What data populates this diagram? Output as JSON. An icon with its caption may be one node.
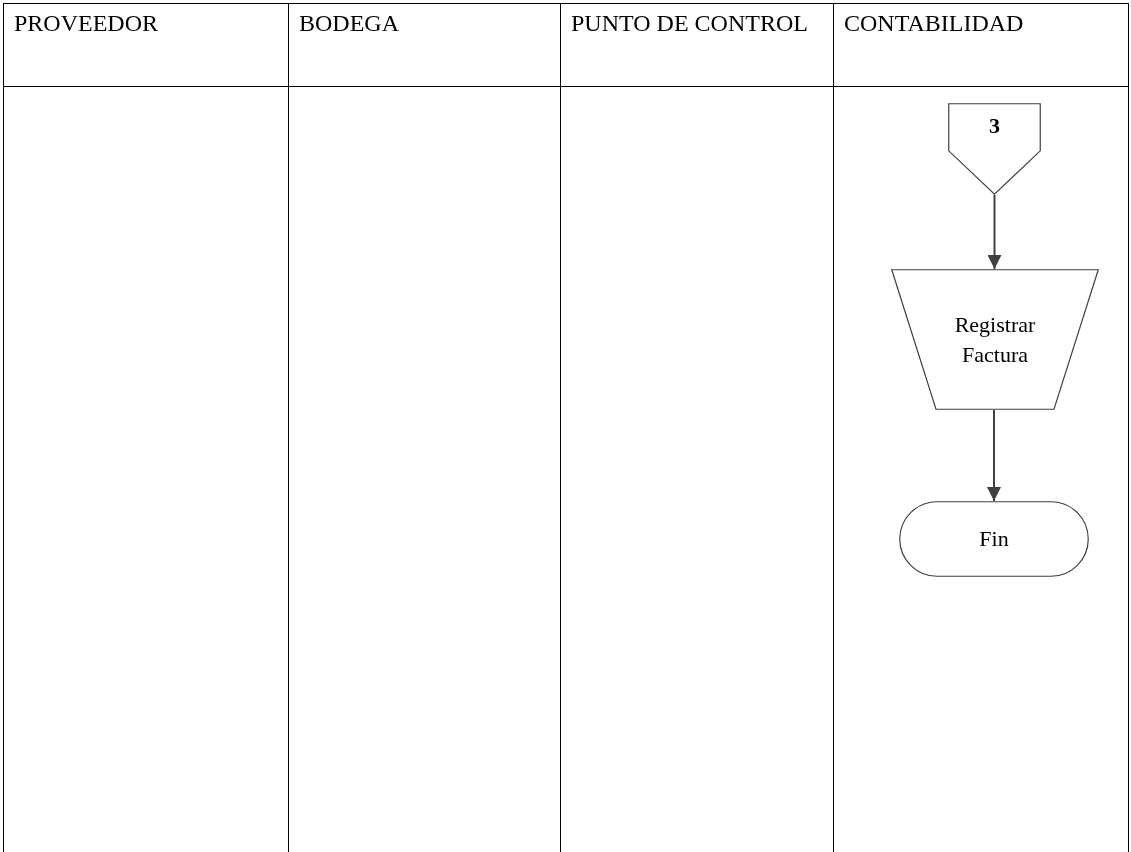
{
  "diagram": {
    "nodes": [
      {
        "text": [
          "PROVEEDOR"
        ]
      },
      {
        "text": [
          "BODEGA"
        ]
      },
      {
        "text": [
          "PUNTO DE CONTROL"
        ]
      },
      {
        "text": [
          "CONTABILIDAD"
        ]
      },
      {
        "text": [
          "3"
        ],
        "in": 3
      },
      {
        "text": [
          "Registrar Factura"
        ],
        "in": 3
      },
      {
        "text": [
          "Fin"
        ],
        "in": 3
      }
    ],
    "edges": [
      {
        "from": 4,
        "to": 5,
        "arrow": "to"
      },
      {
        "from": 5,
        "to": 6,
        "arrow": "to"
      }
    ]
  }
}
